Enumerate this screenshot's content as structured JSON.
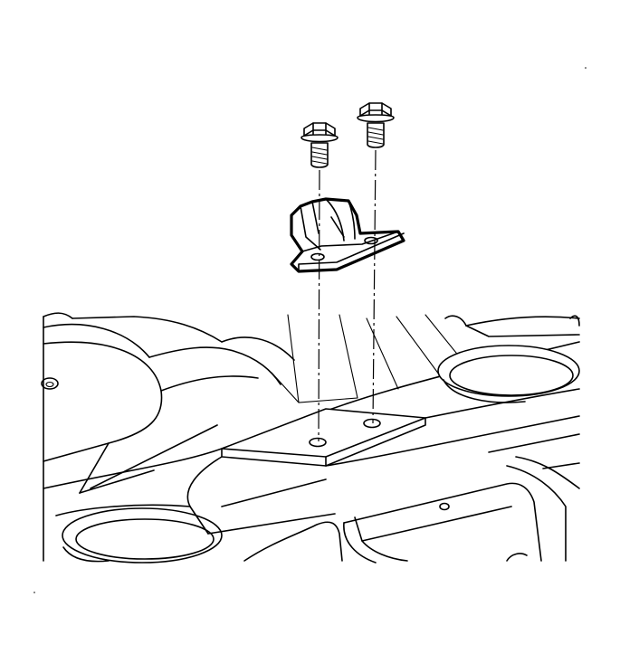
{
  "figure": {
    "components": [
      "bolt",
      "bolt",
      "bracket",
      "floor-panel"
    ]
  }
}
